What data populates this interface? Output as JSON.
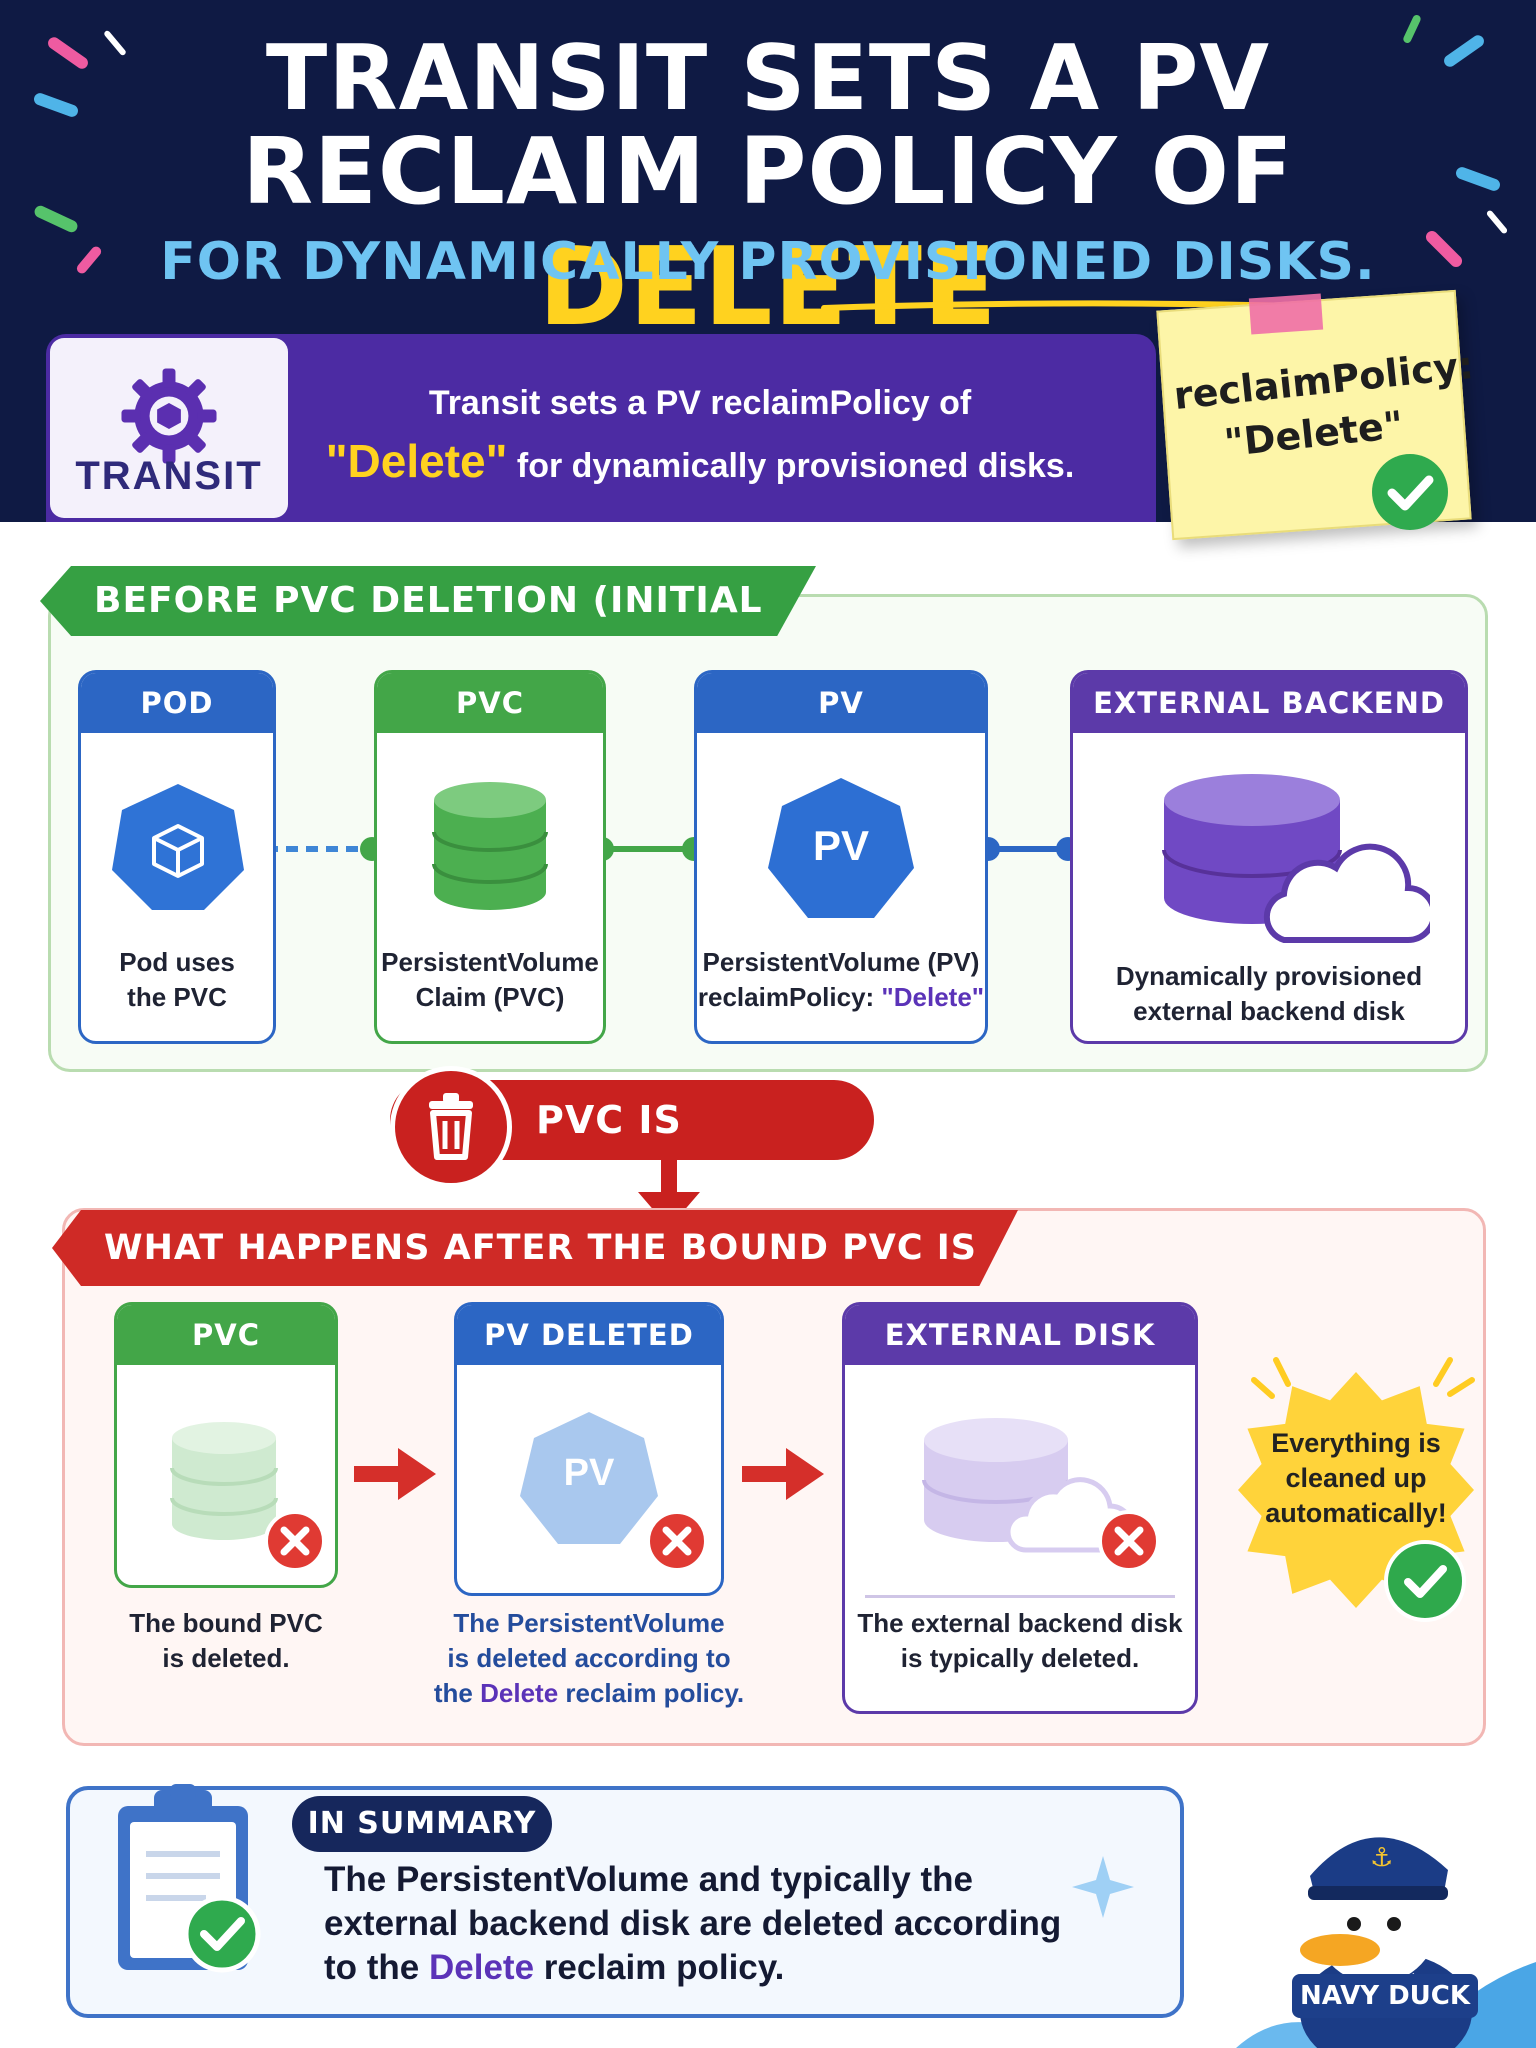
{
  "header": {
    "title_line1": "TRANSIT SETS A PV",
    "title_line2_prefix": "RECLAIM POLICY OF ",
    "title_line2_highlight": "DELETE",
    "subtitle": "FOR DYNAMICALLY PROVISIONED DISKS.",
    "colors": {
      "background": "#0f1a44",
      "highlight": "#ffd21f",
      "subtitle": "#6fc4f2"
    }
  },
  "banner": {
    "logo_text": "TRANSIT",
    "line1": "Transit sets a PV reclaimPolicy of",
    "line2_quote": "\"Delete\"",
    "line2_rest": " for dynamically provisioned disks."
  },
  "sticky_note": {
    "line1": "reclaimPolicy:",
    "line2": "\"Delete\""
  },
  "before_section": {
    "tag": "BEFORE PVC DELETION (INITIAL STATE)",
    "cards": [
      {
        "title": "POD",
        "line1": "Pod uses",
        "line2": "the PVC",
        "color": "#2c66c4"
      },
      {
        "title": "PVC",
        "line1": "PersistentVolume",
        "line2": "Claim (PVC)",
        "color": "#43a648"
      },
      {
        "title": "PV",
        "icon_label": "PV",
        "line1": "PersistentVolume (PV)",
        "line2_prefix": "reclaimPolicy: ",
        "line2_value": "\"Delete\"",
        "color": "#2c66c4"
      },
      {
        "title": "EXTERNAL BACKEND DISK",
        "line1": "Dynamically provisioned",
        "line2": "external backend disk",
        "color": "#5c3aa9"
      }
    ]
  },
  "event": {
    "label": "PVC IS DELETED",
    "icon": "trash-icon"
  },
  "after_section": {
    "tag": "WHAT HAPPENS AFTER THE BOUND PVC IS DELETED?",
    "cards": [
      {
        "title": "PVC DELETED",
        "line1": "The bound PVC",
        "line2": "is deleted."
      },
      {
        "title": "PV DELETED",
        "icon_label": "PV",
        "line1": "The PersistentVolume",
        "line2": "is deleted according to",
        "line3_prefix": "the ",
        "line3_word": "Delete",
        "line3_rest": " reclaim policy."
      },
      {
        "title": "EXTERNAL DISK DELETED",
        "line1": "The external backend disk",
        "line2": "is typically deleted."
      }
    ],
    "burst": {
      "line1": "Everything is",
      "line2": "cleaned up",
      "line3": "automatically!"
    }
  },
  "summary": {
    "pill": "IN SUMMARY",
    "line1": "The PersistentVolume and typically the",
    "line2": "external backend disk are deleted according",
    "line3_prefix": "to the ",
    "line3_word": "Delete",
    "line3_rest": " reclaim policy."
  },
  "mascot": {
    "badge": "NAVY DUCK"
  }
}
